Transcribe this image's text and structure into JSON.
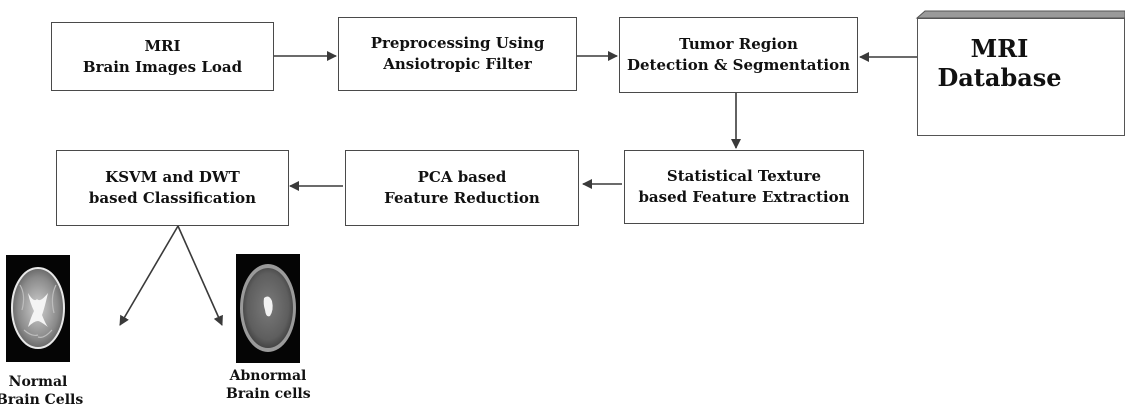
{
  "nodes": {
    "mri_load": [
      "MRI",
      "Brain Images Load"
    ],
    "preprocessing": [
      "Preprocessing Using",
      "Ansiotropic Filter"
    ],
    "tumor_region": [
      "Tumor Region",
      "Detection & Segmentation"
    ],
    "mri_database": [
      "MRI",
      "Database"
    ],
    "statistical": [
      "Statistical Texture",
      "based Feature Extraction"
    ],
    "pca": [
      "PCA based",
      "Feature Reduction"
    ],
    "ksvm": [
      "KSVM and DWT",
      "based Classification"
    ]
  },
  "outputs": {
    "normal": [
      "Normal",
      "Brain Cells"
    ],
    "abnormal": [
      "Abnormal",
      "Brain cells"
    ]
  },
  "colors": {
    "border": "#4a4a4a",
    "arrow": "#3a3a3a",
    "database_side": "#9a9a9a",
    "mri_background": "#050505"
  }
}
